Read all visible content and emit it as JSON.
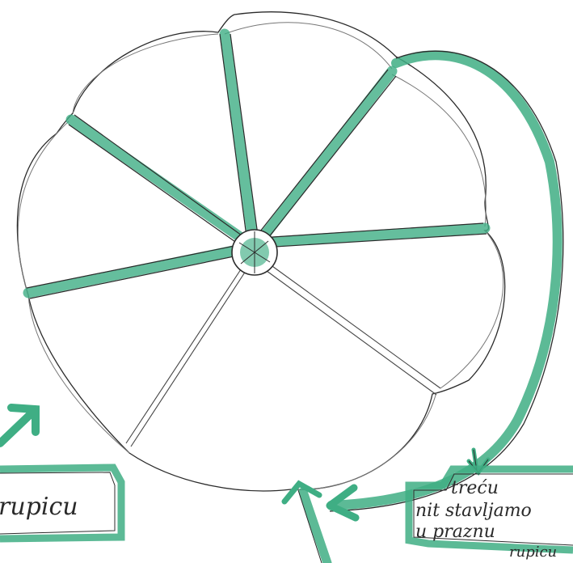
{
  "diagram": {
    "spoke_count": 7,
    "highlighted_spoke_count": 5,
    "colors": {
      "marker_green": "#3fae84",
      "pencil": "#2b2b2b",
      "paper": "#ffffff"
    }
  },
  "labels": {
    "left_box": "rupicu",
    "right_box_lines": [
      "treću",
      "nit stavljamo",
      "u praznu",
      "rupicu"
    ]
  }
}
